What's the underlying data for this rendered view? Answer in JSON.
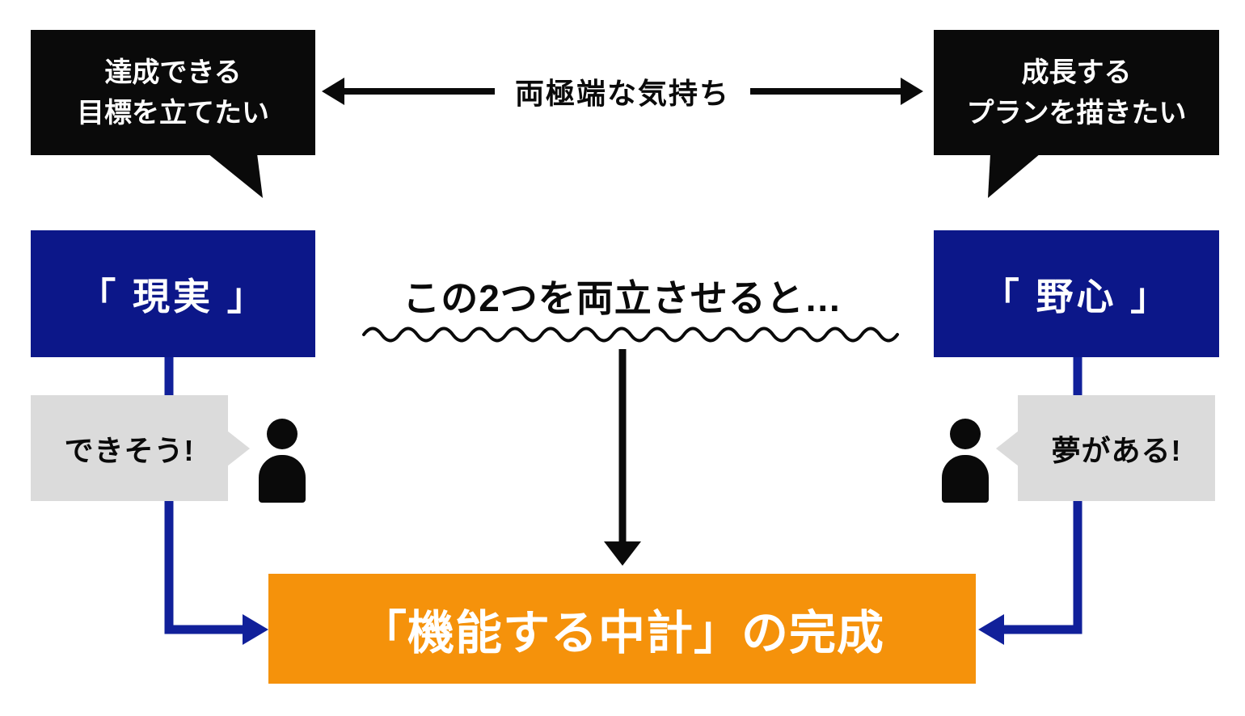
{
  "diagram": {
    "top_left_bubble": {
      "line1": "達成できる",
      "line2": "目標を立てたい"
    },
    "top_right_bubble": {
      "line1": "成長する",
      "line2": "プランを描きたい"
    },
    "top_center_label": "両極端な気持ち",
    "left_concept_box": "「 現実 」",
    "right_concept_box": "「 野心 」",
    "center_statement": "この2つを両立させると…",
    "left_callout": "できそう!",
    "right_callout": "夢がある!",
    "result_box": "「機能する中計」の完成",
    "icons": {
      "left_person": "person-icon",
      "right_person": "person-icon"
    },
    "colors": {
      "black": "#0a0a0a",
      "navy": "#0c1789",
      "arrow_navy": "#11209a",
      "orange": "#f5920b",
      "gray": "#dbdbdb",
      "white": "#ffffff"
    }
  }
}
